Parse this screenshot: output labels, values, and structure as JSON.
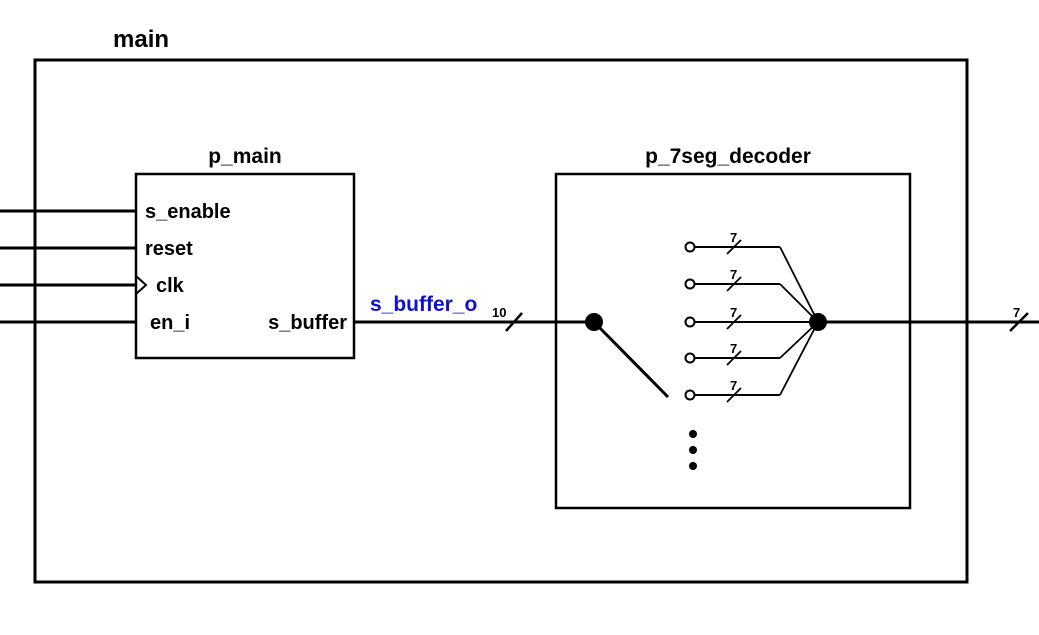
{
  "main": {
    "title": "main"
  },
  "p_main": {
    "title": "p_main",
    "ports": {
      "s_enable": "s_enable",
      "reset": "reset",
      "clk": "clk",
      "en_i": "en_i",
      "s_buffer": "s_buffer"
    }
  },
  "decoder": {
    "title": "p_7seg_decoder"
  },
  "signal": {
    "name": "s_buffer_o",
    "width": "10",
    "color": "#1010d0"
  },
  "output_bus": {
    "width": "7"
  },
  "mux": {
    "input_widths": [
      "7",
      "7",
      "7",
      "7",
      "7"
    ],
    "continuation": "ellipsis-dots"
  },
  "icons": [
    "clock-edge-icon",
    "mux-switch-icon",
    "junction-dot-icon",
    "bus-slash-icon"
  ]
}
